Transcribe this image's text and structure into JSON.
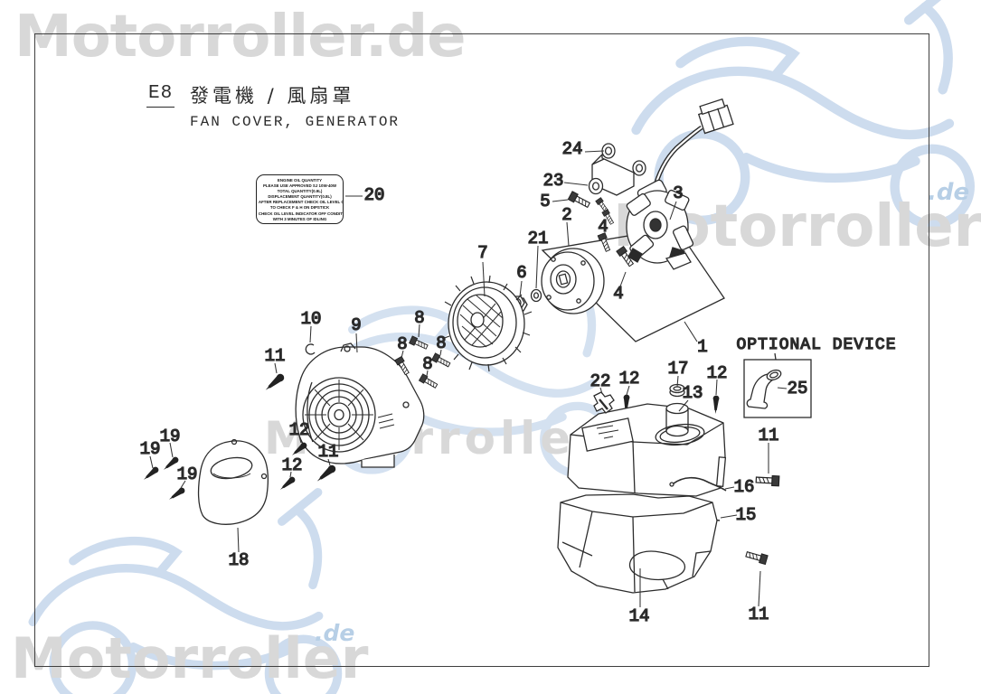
{
  "header": {
    "code": "E8",
    "title_zh": "發電機 / 風扇罩",
    "title_en": "FAN COVER, GENERATOR"
  },
  "optional_device": {
    "title": "OPTIONAL DEVICE"
  },
  "oil_label": {
    "lines": [
      "ENGINE OIL QUANTITY",
      "PLEASE USE APPROVED SJ 10W-40W",
      "TOTAL QUANTITY(0.9L)",
      "DISPLACEMENT QUANTITY(0.8L)",
      "AFTER REPLACEMENT CHECK OIL LEVEL GAUGE",
      "TO CHECK F & H ON DIPSTICK",
      "CHECK OIL LEVEL INDICATOR OFF CONDITION",
      "WITH 3 MINUTES OF IDLING"
    ]
  },
  "watermark": {
    "brand": "Motorroller",
    "brand_full": "Motorroller.de",
    "tld": ".de",
    "text_color": "#d8d8d8",
    "accent_color": "#b7cfe6",
    "art_color": "#cddcee"
  },
  "callouts": {
    "1": "1",
    "2": "2",
    "3": "3",
    "4": "4",
    "5": "5",
    "6": "6",
    "7": "7",
    "8": "8",
    "9": "9",
    "10": "10",
    "11": "11",
    "12": "12",
    "13": "13",
    "14": "14",
    "15": "15",
    "16": "16",
    "17": "17",
    "18": "18",
    "19": "19",
    "20": "20",
    "21": "21",
    "22": "22",
    "23": "23",
    "24": "24",
    "25": "25"
  }
}
